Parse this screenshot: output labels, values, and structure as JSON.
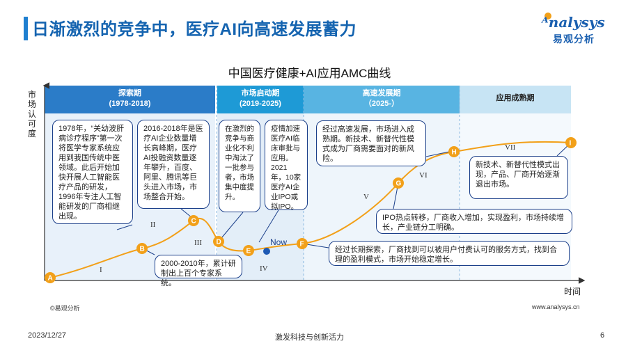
{
  "header": {
    "title": "日渐激烈的竞争中，医疗AI向高速发展蓄力",
    "logo_en": "nalysys",
    "logo_cn": "易观分析"
  },
  "diagram": {
    "title": "中国医疗健康+AI应用AMC曲线",
    "y_label": "市场认可度",
    "x_label": "时间",
    "phases": [
      {
        "name": "探索期",
        "years": "(1978-2018)",
        "color": "#2b7cc8"
      },
      {
        "name": "市场启动期",
        "years": "(2019-2025)",
        "color": "#1e9ad6"
      },
      {
        "name": "高速发展期",
        "years": "（2025-）",
        "color": "#58b4e2"
      },
      {
        "name": "应用成熟期",
        "years": "",
        "color": "#c7e4f4"
      }
    ],
    "nodes": [
      "A",
      "B",
      "C",
      "D",
      "E",
      "F",
      "G",
      "H",
      "I"
    ],
    "stages": [
      "I",
      "II",
      "III",
      "IV",
      "V",
      "VI",
      "VII"
    ],
    "now_label": "Now",
    "callouts": [
      "1978年，“关幼波肝病诊疗程序”第一次将医学专家系统应用到我国传统中医领域。此后开始加快开展人工智能医疗产品的研发，1996年专注人工智能研发的厂商相继出现。",
      "2016-2018年是医疗AI企业数量增长高峰期，医疗AI投融资数量逐年攀升，百度、阿里、腾讯等巨头进入市场，市场整合开始。",
      "在激烈的竞争与商业化不利中淘汰了一批参与者，市场集中度提升。",
      "疫情加速医疗AI临床审批与应用。2021年，10家医疗AI企业IPO或拟IPO。",
      "经过高速发展，市场进入成熟期。新技术、新替代性模式成为厂商需要面对的新风险。",
      "新技术、新替代性模式出现，产品、厂商开始逐渐退出市场。",
      "IPO热点转移，厂商收入增加，实现盈利，市场持续增长，产业链分工明确。",
      "经过长期探索，厂商找到可以被用户付费认可的服务方式，找到合理的盈利模式，市场开始稳定增长。",
      "2000-2010年，累计研制出上百个专家系统。"
    ],
    "curve_color": "#f2a019",
    "node_color": "#f2a019",
    "now_color": "#1e5ab4"
  },
  "footer": {
    "source": "©易观分析",
    "website": "www.analysys.cn",
    "date": "2023/12/27",
    "slogan": "激发科技与创新活力",
    "page": "6"
  }
}
